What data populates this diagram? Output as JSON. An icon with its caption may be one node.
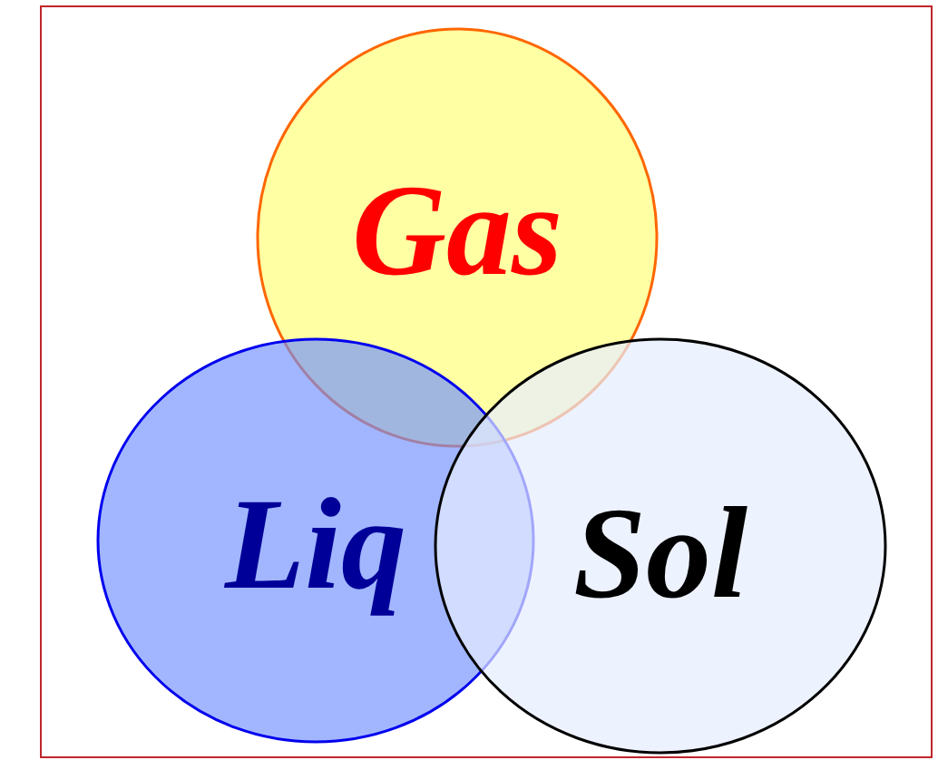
{
  "diagram": {
    "nodes": [
      {
        "text": [
          "Gas"
        ]
      },
      {
        "text": [
          "Liq"
        ]
      },
      {
        "text": [
          "Sol"
        ]
      }
    ],
    "edges": []
  }
}
